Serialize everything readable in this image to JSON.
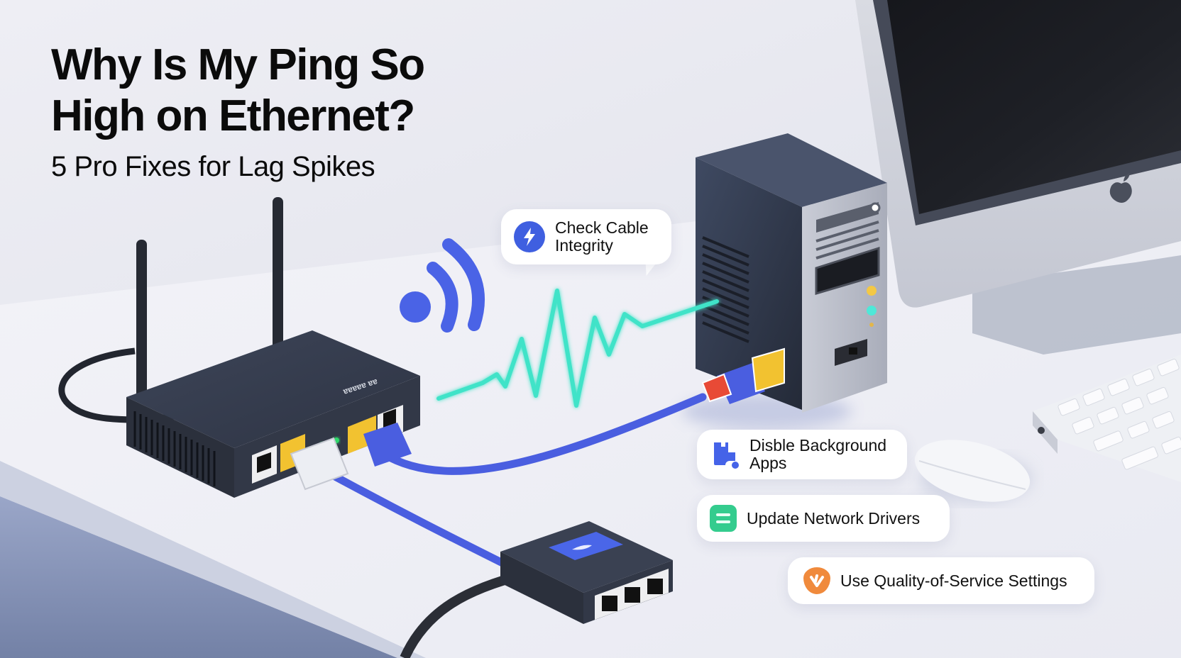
{
  "headline": {
    "line1": "Why Is My Ping So",
    "line2": "High on Ethernet?",
    "subtitle": "5 Pro Fixes for Lag Spikes"
  },
  "callouts": [
    {
      "label_line1": "Check Cable",
      "label_line2": "Integrity",
      "icon": "lightning-bolt-icon",
      "color": "#3f5fe0"
    },
    {
      "label_line1": "Disble Background",
      "label_line2": "Apps",
      "icon": "puzzle-piece-icon",
      "color": "#4563e8"
    },
    {
      "label_line1": "Update Network Drivers",
      "icon": "drivers-list-icon",
      "color": "#34cc8e"
    },
    {
      "label_line1": "Use Quality-of-Service Settings",
      "icon": "qos-shield-icon",
      "color": "#f08a3c"
    }
  ],
  "scene": {
    "router_label": "ɐɐɐɐɐ ɐɐ",
    "colors": {
      "cable_blue": "#4a5ee0",
      "signal_teal": "#3fe3c8",
      "device_dark": "#3a4152",
      "connector_yellow": "#f2c230",
      "led_green": "#2fd86a"
    }
  }
}
